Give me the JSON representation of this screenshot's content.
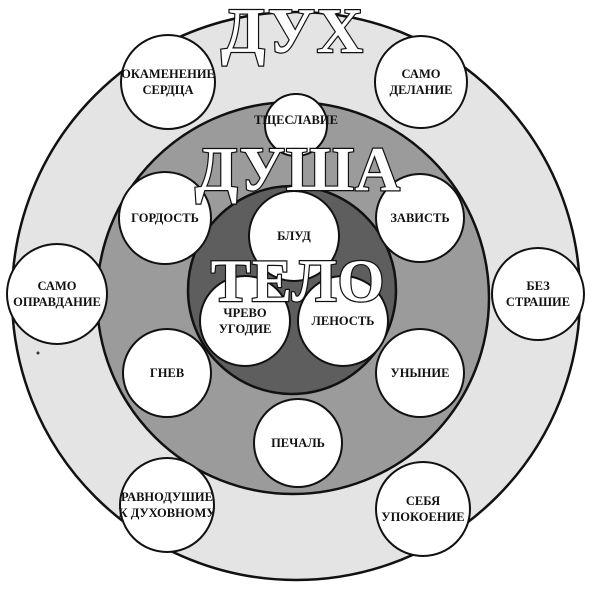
{
  "titles": {
    "spirit": "ДУХ",
    "soul": "ДУША",
    "body": "ТЕЛО"
  },
  "colors": {
    "outer_ring": "#e4e4e4",
    "middle_ring": "#9b9b9b",
    "inner_ring": "#5e5e5e",
    "node_fill": "#ffffff",
    "outline": "#111111"
  },
  "rings": {
    "spirit": {
      "name": "ДУХ",
      "items": [
        {
          "lines": [
            "ОКАМЕНЕНИЕ",
            "СЕРДЦА"
          ]
        },
        {
          "lines": [
            "САМО",
            "ДЕЛАНИЕ"
          ]
        },
        {
          "lines": [
            "БЕЗ",
            "СТРАШИЕ"
          ]
        },
        {
          "lines": [
            "СЕБЯ",
            "УПОКОЕНИЕ"
          ]
        },
        {
          "lines": [
            "РАВНОДУШИЕ",
            "К ДУХОВНОМУ"
          ]
        },
        {
          "lines": [
            "САМО",
            "ОПРАВДАНИЕ"
          ]
        }
      ]
    },
    "soul": {
      "name": "ДУША",
      "items": [
        {
          "lines": [
            "ТЩЕСЛАВИЕ"
          ]
        },
        {
          "lines": [
            "ЗАВИСТЬ"
          ]
        },
        {
          "lines": [
            "УНЫНИЕ"
          ]
        },
        {
          "lines": [
            "ПЕЧАЛЬ"
          ]
        },
        {
          "lines": [
            "ГНЕВ"
          ]
        },
        {
          "lines": [
            "ГОРДОСТЬ"
          ]
        }
      ]
    },
    "body": {
      "name": "ТЕЛО",
      "items": [
        {
          "lines": [
            "БЛУД"
          ]
        },
        {
          "lines": [
            "ЧРЕВО",
            "УГОДИЕ"
          ]
        },
        {
          "lines": [
            "ЛЕНОСТЬ"
          ]
        }
      ]
    }
  }
}
